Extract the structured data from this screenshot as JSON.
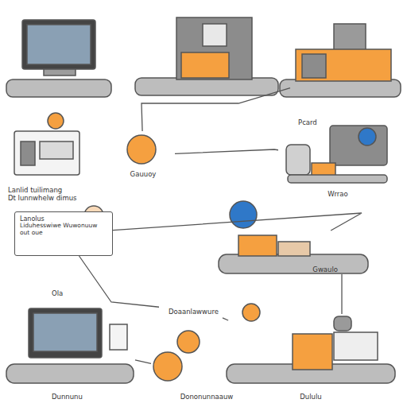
{
  "diagram": {
    "nodes": [
      {
        "text": [
          "Pcard"
        ]
      },
      {
        "text": [
          "Lanlid tuilimang",
          "Dt lunnwhelw dimus"
        ]
      },
      {
        "text": [
          "Gauuoy"
        ]
      },
      {
        "text": [
          "Wrrao"
        ]
      },
      {
        "text": [
          "Lanolus",
          "Liduhesswiwe Wuwonuuw out oue"
        ]
      },
      {
        "text": [
          "Gwaulo"
        ]
      },
      {
        "text": [
          "Ola",
          "Dunnunu"
        ]
      },
      {
        "text": [
          "Doaanlawwure"
        ]
      },
      {
        "text": [
          "Dululu"
        ]
      },
      {
        "text": [
          "Dononunnaauw"
        ]
      }
    ],
    "edges": [
      {
        "from": 2,
        "to": 0,
        "arrow": "none"
      },
      {
        "from": 2,
        "to": 3,
        "arrow": "none"
      },
      {
        "from": 4,
        "to": 5,
        "arrow": "none"
      },
      {
        "from": 5,
        "to": 8,
        "arrow": "none"
      },
      {
        "from": 4,
        "to": 7,
        "arrow": "none"
      },
      {
        "from": 7,
        "to": 8,
        "arrow": "none"
      },
      {
        "from": 9,
        "to": 6,
        "arrow": "none"
      }
    ]
  }
}
